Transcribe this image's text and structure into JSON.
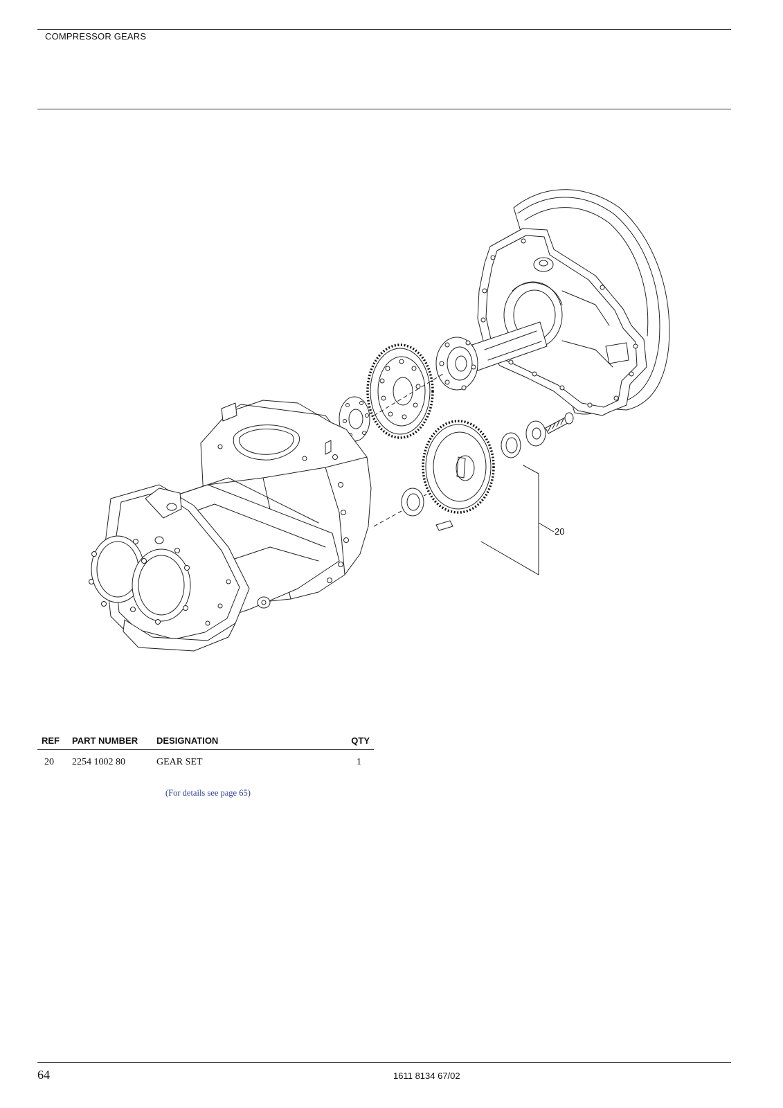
{
  "header": {
    "section_title": "COMPRESSOR GEARS"
  },
  "figure": {
    "callout": "20"
  },
  "parts_table": {
    "columns": {
      "ref": "REF",
      "part_number": "PART NUMBER",
      "designation": "DESIGNATION",
      "qty": "QTY"
    },
    "rows": [
      {
        "ref": "20",
        "part_number": "2254 1002 80",
        "designation": "GEAR SET",
        "qty": "1",
        "note": "(For details see page 65)"
      }
    ]
  },
  "footer": {
    "page_number": "64",
    "document_number": "1611 8134 67/02"
  },
  "colors": {
    "link": "#2a3f9a",
    "line": "#222222"
  }
}
